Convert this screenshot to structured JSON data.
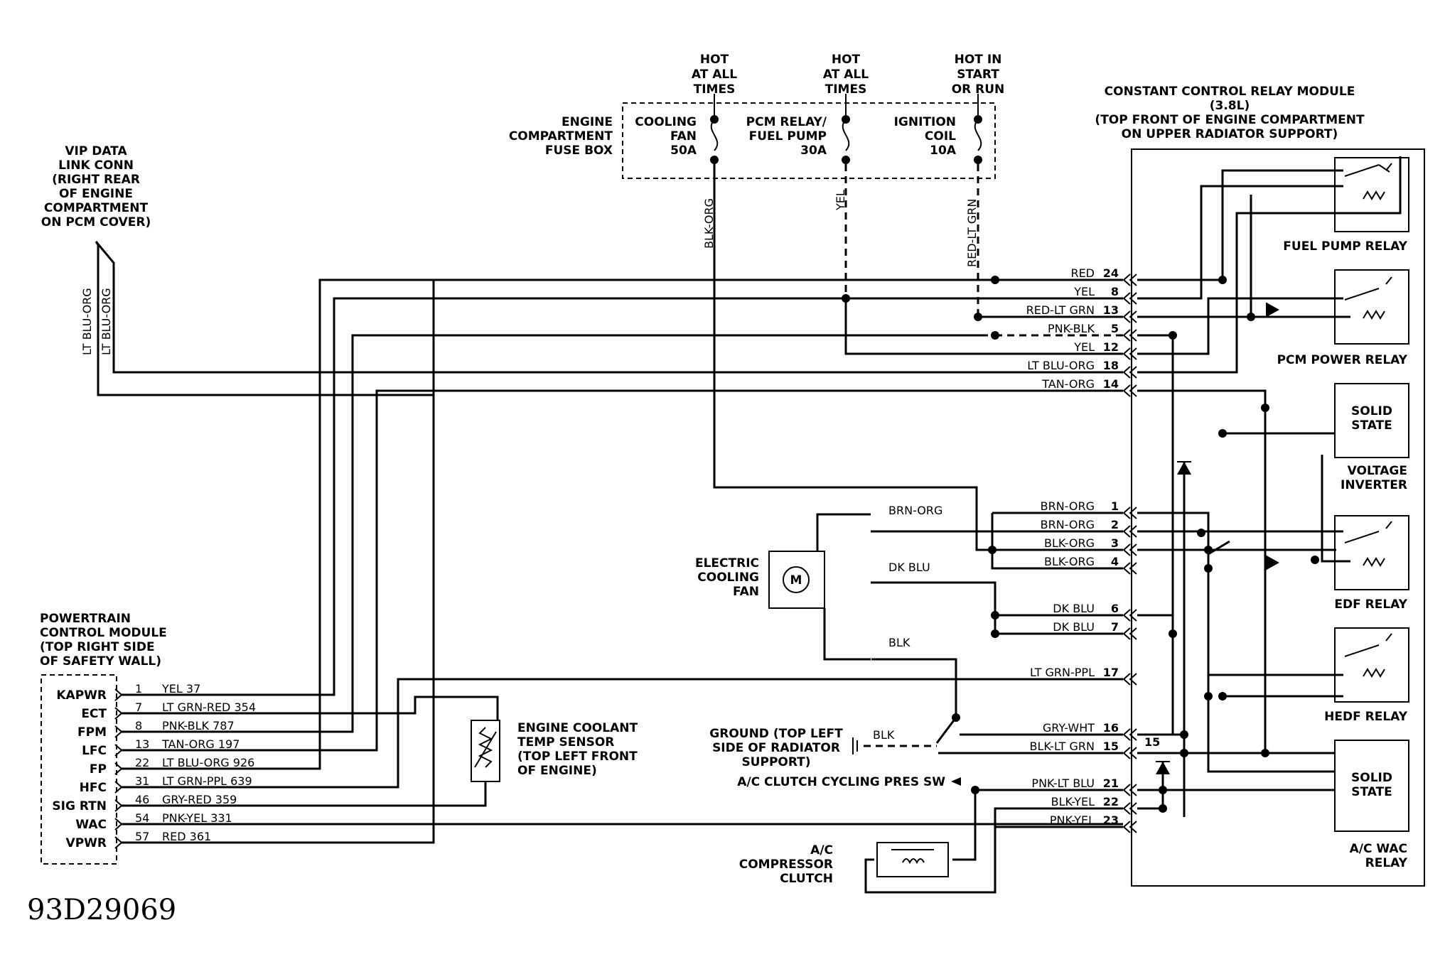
{
  "figure_id": "93D29069",
  "vip": {
    "lines": [
      "VIP DATA",
      "LINK CONN",
      "(RIGHT REAR",
      "OF ENGINE",
      "COMPARTMENT",
      "ON PCM COVER)"
    ],
    "wire_a": "LT BLU-ORG",
    "wire_b": "LT BLU-ORG"
  },
  "fusebox": {
    "lines": [
      "ENGINE",
      "COMPARTMENT",
      "FUSE BOX"
    ],
    "fuses": [
      {
        "hot": [
          "HOT",
          "AT ALL",
          "TIMES"
        ],
        "name": [
          "COOLING",
          "FAN",
          "50A"
        ],
        "wire": "BLK-ORG"
      },
      {
        "hot": [
          "HOT",
          "AT ALL",
          "TIMES"
        ],
        "name": [
          "PCM RELAY/",
          "FUEL PUMP",
          "30A"
        ],
        "wire": "YEL"
      },
      {
        "hot": [
          "HOT IN",
          "START",
          "OR RUN"
        ],
        "name": [
          "IGNITION",
          "COIL",
          "10A"
        ],
        "wire": "RED-LT GRN"
      }
    ]
  },
  "ccrm": {
    "lines": [
      "CONSTANT CONTROL RELAY MODULE",
      "(3.8L)",
      "(TOP FRONT OF ENGINE COMPARTMENT",
      "ON UPPER RADIATOR SUPPORT)"
    ],
    "connectors": [
      {
        "wire": "RED",
        "pin": "24"
      },
      {
        "wire": "YEL",
        "pin": "8"
      },
      {
        "wire": "RED-LT GRN",
        "pin": "13"
      },
      {
        "wire": "PNK-BLK",
        "pin": "5"
      },
      {
        "wire": "YEL",
        "pin": "12"
      },
      {
        "wire": "LT BLU-ORG",
        "pin": "18"
      },
      {
        "wire": "TAN-ORG",
        "pin": "14"
      },
      {
        "wire": "BRN-ORG",
        "pin": "1"
      },
      {
        "wire": "BRN-ORG",
        "pin": "2"
      },
      {
        "wire": "BLK-ORG",
        "pin": "3"
      },
      {
        "wire": "BLK-ORG",
        "pin": "4"
      },
      {
        "wire": "DK BLU",
        "pin": "6"
      },
      {
        "wire": "DK BLU",
        "pin": "7"
      },
      {
        "wire": "LT GRN-PPL",
        "pin": "17"
      },
      {
        "wire": "GRY-WHT",
        "pin": "16"
      },
      {
        "wire": "BLK-LT GRN",
        "pin": "15"
      },
      {
        "wire": "PNK-LT BLU",
        "pin": "21"
      },
      {
        "wire": "BLK-YEL",
        "pin": "22"
      },
      {
        "wire": "PNK-YEL",
        "pin": "23"
      }
    ],
    "inner_pin": "15",
    "components": {
      "fuel_pump_relay": "FUEL PUMP RELAY",
      "pcm_power_relay": "PCM POWER RELAY",
      "solid_state_1": [
        "SOLID",
        "STATE"
      ],
      "voltage_inverter": [
        "VOLTAGE",
        "INVERTER"
      ],
      "edf_relay": "EDF RELAY",
      "hedf_relay": "HEDF RELAY",
      "solid_state_2": [
        "SOLID",
        "STATE"
      ],
      "ac_wac_relay": [
        "A/C WAC",
        "RELAY"
      ]
    }
  },
  "fan": {
    "lines": [
      "ELECTRIC",
      "COOLING",
      "FAN"
    ],
    "motor": "M",
    "wires": [
      "BRN-ORG",
      "DK BLU",
      "BLK"
    ]
  },
  "ground": {
    "lines": [
      "GROUND (TOP LEFT",
      "SIDE OF RADIATOR",
      "SUPPORT)"
    ],
    "wire": "BLK"
  },
  "ac_switch": "A/C CLUTCH CYCLING PRES SW",
  "compressor": [
    "A/C",
    "COMPRESSOR",
    "CLUTCH"
  ],
  "ect_sensor": [
    "ENGINE COOLANT",
    "TEMP SENSOR",
    "(TOP LEFT FRONT",
    "OF ENGINE)"
  ],
  "pcm": {
    "lines": [
      "POWERTRAIN",
      "CONTROL MODULE",
      "(TOP RIGHT SIDE",
      "OF SAFETY WALL)"
    ],
    "pins": [
      {
        "name": "KAPWR",
        "pin": "1",
        "wire": "YEL 37"
      },
      {
        "name": "ECT",
        "pin": "7",
        "wire": "LT GRN-RED 354"
      },
      {
        "name": "FPM",
        "pin": "8",
        "wire": "PNK-BLK 787"
      },
      {
        "name": "LFC",
        "pin": "13",
        "wire": "TAN-ORG 197"
      },
      {
        "name": "FP",
        "pin": "22",
        "wire": "LT BLU-ORG 926"
      },
      {
        "name": "HFC",
        "pin": "31",
        "wire": "LT GRN-PPL 639"
      },
      {
        "name": "SIG RTN",
        "pin": "46",
        "wire": "GRY-RED 359"
      },
      {
        "name": "WAC",
        "pin": "54",
        "wire": "PNK-YEL 331"
      },
      {
        "name": "VPWR",
        "pin": "57",
        "wire": "RED 361"
      }
    ]
  }
}
